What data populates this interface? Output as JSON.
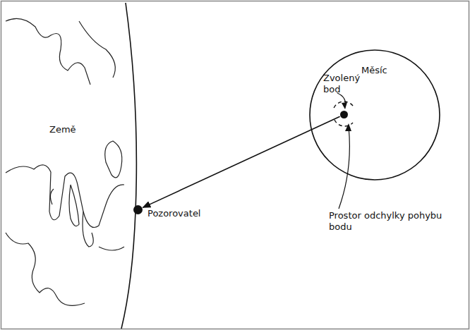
{
  "diagram": {
    "nodes": [
      {
        "text": [
          "Země"
        ]
      },
      {
        "text": [
          "Pozorovatel"
        ]
      },
      {
        "text": [
          "Měsíc"
        ]
      },
      {
        "text": [
          "Zvolený bod"
        ],
        "in": 2
      }
    ],
    "edges": [
      {
        "from": 3,
        "to": 1,
        "arrow": "to"
      }
    ],
    "labels": [
      "Prostor odchylky pohybu bodu"
    ]
  }
}
